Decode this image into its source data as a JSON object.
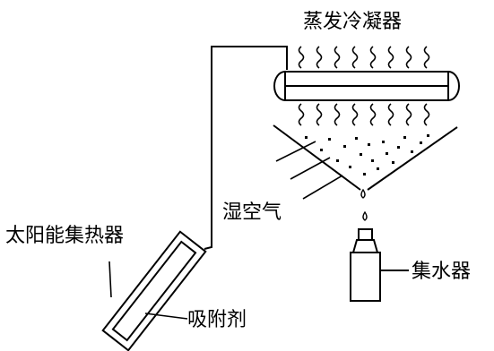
{
  "labels": {
    "evaporative_condenser": "蒸发冷凝器",
    "solar_collector": "太阳能集热器",
    "humid_air": "湿空气",
    "water_collector": "集水器",
    "adsorbent": "吸附剂"
  }
}
